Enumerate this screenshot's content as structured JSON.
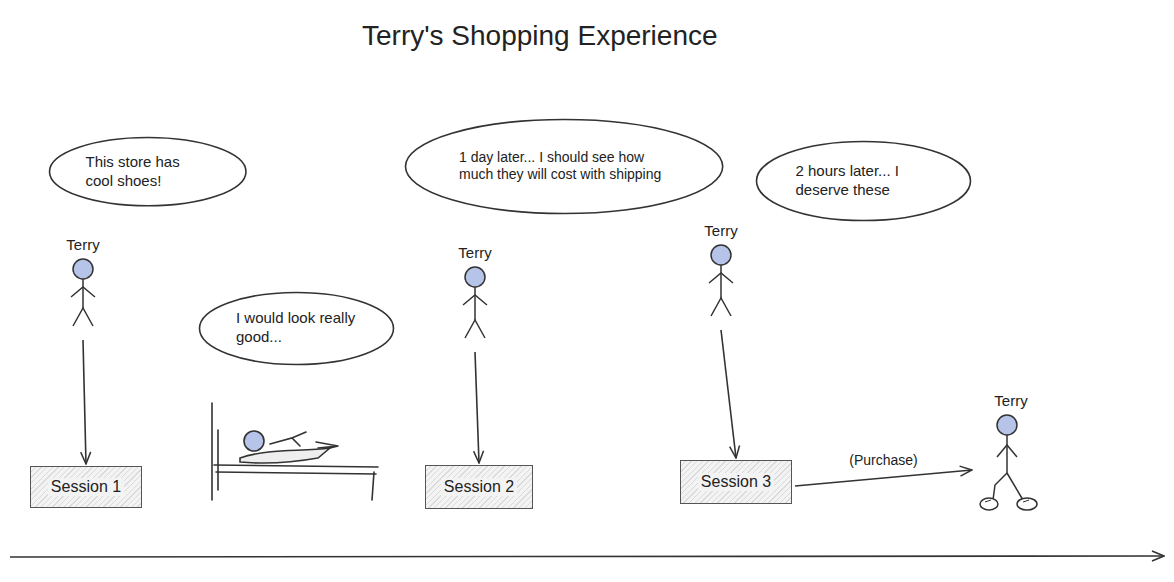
{
  "diagram": {
    "title": "Terry's Shopping Experience",
    "nodes": [
      {
        "text": [
          "This store has cool shoes!"
        ]
      },
      {
        "text": [
          "Terry"
        ]
      },
      {
        "text": [
          "Session 1"
        ]
      },
      {
        "text": [
          "I would look really good..."
        ]
      },
      {
        "text": [
          "1 day later... I should see how much they will cost with shipping"
        ]
      },
      {
        "text": [
          "Terry"
        ]
      },
      {
        "text": [
          "Session 2"
        ]
      },
      {
        "text": [
          "2 hours later... I deserve these"
        ]
      },
      {
        "text": [
          "Terry"
        ]
      },
      {
        "text": [
          "Session 3"
        ]
      },
      {
        "text": [
          "Terry"
        ]
      }
    ],
    "edges": [
      {
        "from": 1,
        "to": 2,
        "arrow": "to"
      },
      {
        "from": 5,
        "to": 6,
        "arrow": "to"
      },
      {
        "from": 8,
        "to": 9,
        "arrow": "to"
      },
      {
        "from": 9,
        "to": 10,
        "label": "(Purchase)",
        "arrow": "to"
      }
    ]
  }
}
